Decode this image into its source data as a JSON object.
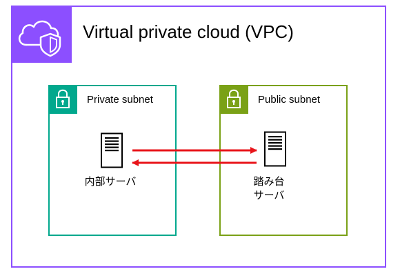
{
  "vpc": {
    "title": "Virtual private cloud (VPC)",
    "icon": "cloud-shield-icon",
    "border_color": "#8c4fff"
  },
  "private_subnet": {
    "label": "Private subnet",
    "icon": "lock-icon",
    "color": "#01a88d",
    "server": {
      "icon": "server-icon",
      "label": "内部サーバ"
    }
  },
  "public_subnet": {
    "label": "Public subnet",
    "icon": "lock-icon",
    "color": "#7aa116",
    "server": {
      "icon": "server-icon",
      "label_line1": "踏み台",
      "label_line2": "サーバ"
    }
  },
  "arrows": {
    "color": "#e8141a"
  }
}
